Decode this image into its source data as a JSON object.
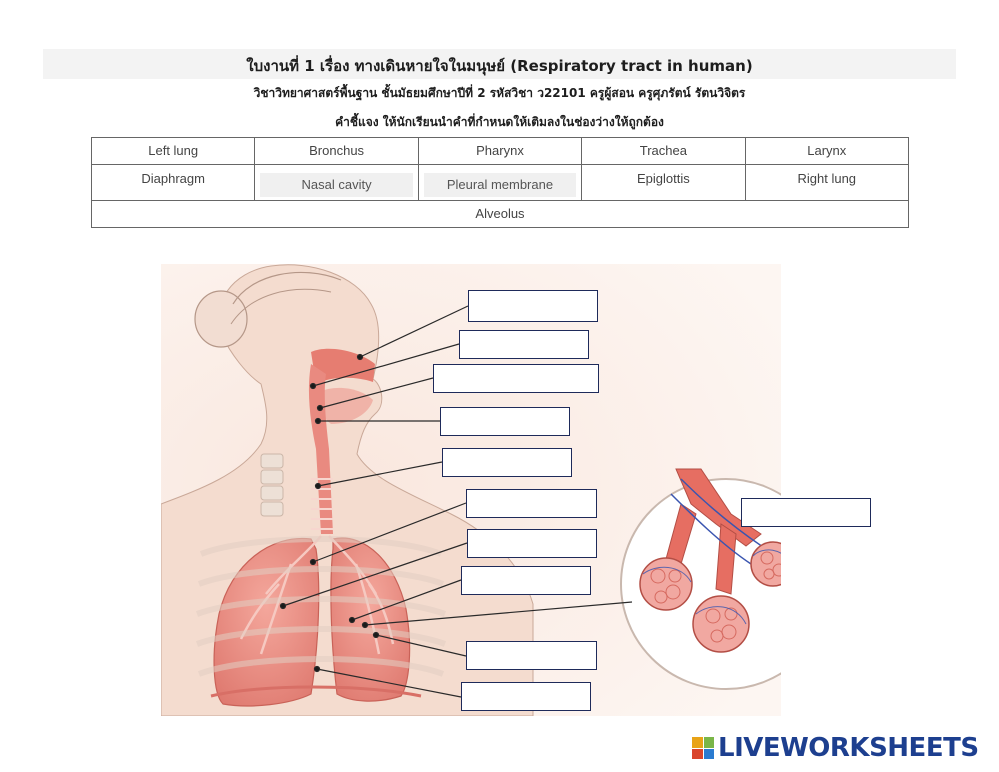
{
  "header": {
    "title": "ใบงานที่ 1 เรื่อง ทางเดินหายใจในมนุษย์ (Respiratory tract in human)",
    "subject_line": "วิชาวิทยาศาสตร์พื้นฐาน ชั้นมัธยมศึกษาปีที่ 2 รหัสวิชา ว22101 ครูผู้สอน ครูศุภรัตน์ รัตนวิจิตร",
    "instruction": "คำชี้แจง ให้นักเรียนนำคำที่กำหนดให้เติมลงในช่องว่างให้ถูกต้อง"
  },
  "word_bank": {
    "row1": [
      "Left lung",
      "Bronchus",
      "Pharynx",
      "Trachea",
      "Larynx"
    ],
    "row2": [
      "Diaphragm",
      "Nasal cavity",
      "Pleural membrane",
      "Epiglottis",
      "Right lung"
    ],
    "row3": [
      "Alveolus"
    ]
  },
  "answer_boxes": [
    "",
    "",
    "",
    "",
    "",
    "",
    "",
    "",
    "",
    "",
    ""
  ],
  "brand": {
    "name": "LIVEWORKSHEETS",
    "colors": [
      "#e8a317",
      "#7ab648",
      "#d9452c",
      "#2b7bd0"
    ],
    "text_color": "#1d3f8f"
  },
  "colors": {
    "box_border": "#1e2a5a",
    "leader_line": "#2a2a2a",
    "lung": "#e98a80",
    "skin": "#f6e2d6"
  }
}
